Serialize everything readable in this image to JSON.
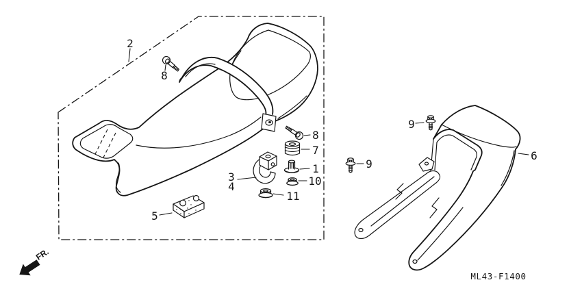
{
  "diagram": {
    "code": "ML43-F1400",
    "front_label": "FR.",
    "background_color": "#ffffff",
    "line_color": "#161616",
    "callouts": {
      "seat": "2",
      "pan_screw_upper": "8",
      "pan_screw_side": "8",
      "rubber_grommet": "7",
      "seat_collar": "1",
      "flange_nut_upper": "10",
      "flange_nut_lower": "11",
      "seat_hook": "3",
      "seat_hook_b": "4",
      "seat_cushion_rubber": "5",
      "cowl_bolt_upper": "9",
      "cowl_bolt_lower": "9",
      "rear_cowl": "6"
    }
  }
}
